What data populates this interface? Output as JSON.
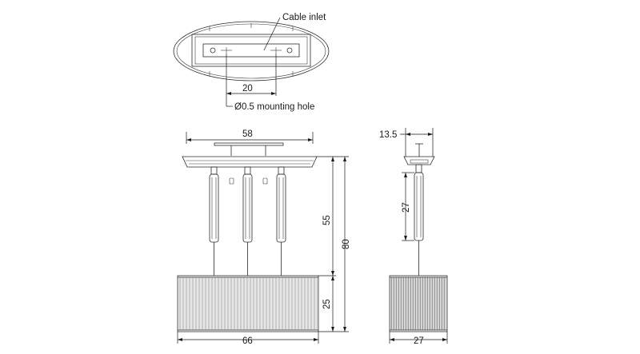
{
  "labels": {
    "cable_inlet": "Cable inlet",
    "mounting_hole": "Ø0.5 mounting hole"
  },
  "dimensions": {
    "plate_hole_spacing": "20",
    "canopy_width": "58",
    "side_canopy_width": "13.5",
    "rod_height": "55",
    "total_height": "80",
    "shade_height": "25",
    "shade_width": "66",
    "side_rod_height": "27",
    "side_shade_width": "27"
  }
}
